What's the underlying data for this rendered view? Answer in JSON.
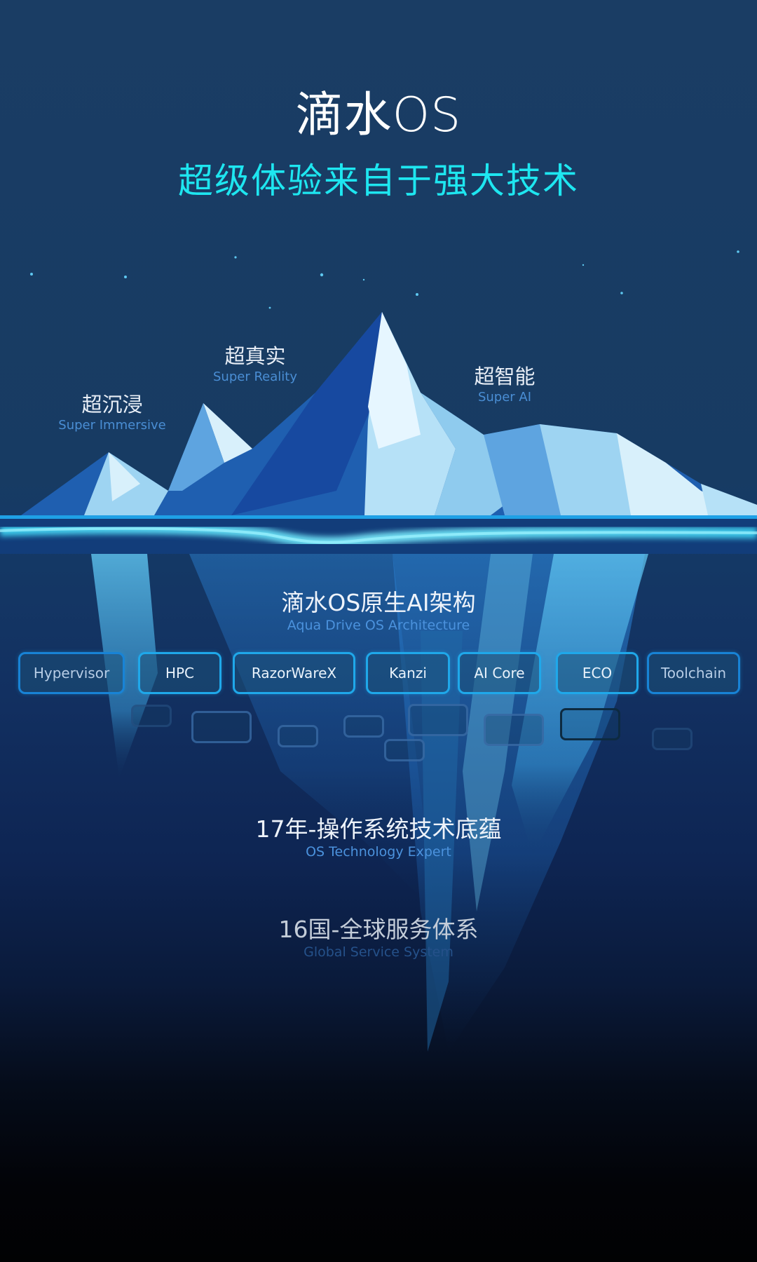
{
  "header": {
    "title": "滴水OS",
    "tagline": "超级体验来自于强大技术"
  },
  "peaks": [
    {
      "cn": "超沉浸",
      "en": "Super Immersive"
    },
    {
      "cn": "超真实",
      "en": "Super Reality"
    },
    {
      "cn": "超智能",
      "en": "Super AI"
    }
  ],
  "architecture": {
    "title": "滴水OS原生AI架构",
    "subtitle": "Aqua Drive OS Architecture",
    "modules": [
      "Hypervisor",
      "HPC",
      "RazorWareX",
      "Kanzi",
      "AI Core",
      "ECO",
      "Toolchain"
    ]
  },
  "stats": [
    {
      "cn": "17年-操作系统技术底蕴",
      "en": "OS Technology Expert"
    },
    {
      "cn": "16国-全球服务体系",
      "en": "Global Service System"
    }
  ],
  "colors": {
    "accent_cyan": "#1ee6f0",
    "module_border": "#1fa8ea",
    "label_blue": "#4a8ed4",
    "bg_top": "#1a3d64",
    "bg_bottom": "#010203"
  }
}
